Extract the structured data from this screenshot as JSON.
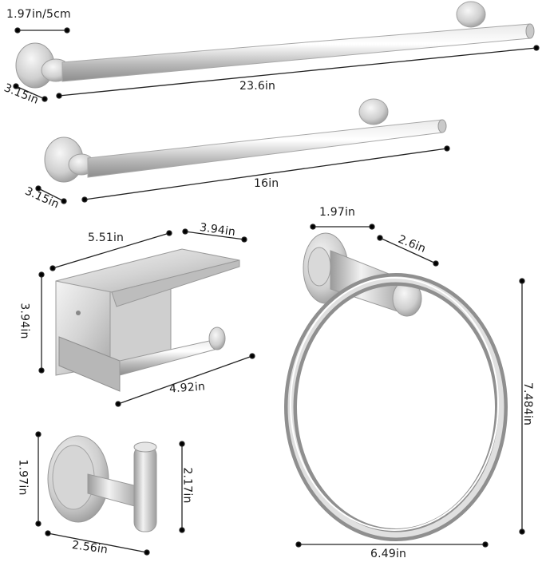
{
  "colors": {
    "steel_light": "#f2f2f2",
    "steel_mid": "#c2c2c2",
    "steel_dark": "#8a8a8a",
    "line": "#222222"
  },
  "labels": {
    "bar_long_diameter": "1.97in/5cm",
    "bar_long_length": "23.6in",
    "bar_long_depth": "3.15in",
    "bar_short_length": "16in",
    "bar_short_depth": "3.15in",
    "holder_width": "5.51in",
    "holder_depth": "3.94in",
    "holder_height": "3.94in",
    "holder_rod": "4.92in",
    "ring_base": "1.97in",
    "ring_depth": "2.6in",
    "ring_height": "7.484in",
    "ring_width": "6.49in",
    "hook_base": "1.97in",
    "hook_height": "2.17in",
    "hook_depth": "2.56in"
  }
}
